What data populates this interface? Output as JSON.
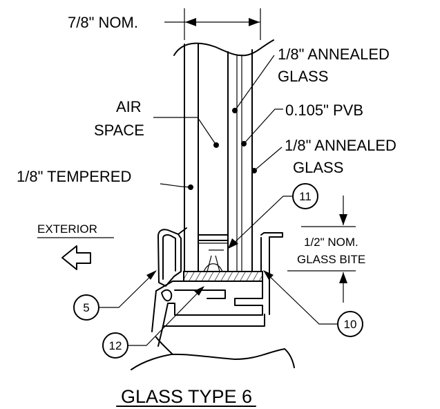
{
  "title": "GLASS TYPE 6",
  "labels": {
    "nominal_width": "7/8\" NOM.",
    "annealed_outer_line1": "1/8\" ANNEALED",
    "annealed_outer_line2": "GLASS",
    "pvb": "0.105\" PVB",
    "annealed_inner_line1": "1/8\" ANNEALED",
    "annealed_inner_line2": "GLASS",
    "air_line1": "AIR",
    "air_line2": "SPACE",
    "tempered": "1/8\" TEMPERED",
    "exterior": "EXTERIOR",
    "bite_line1": "1/2\" NOM.",
    "bite_line2": "GLASS BITE"
  },
  "callouts": {
    "c5": "5",
    "c10": "10",
    "c11": "11",
    "c12": "12"
  }
}
